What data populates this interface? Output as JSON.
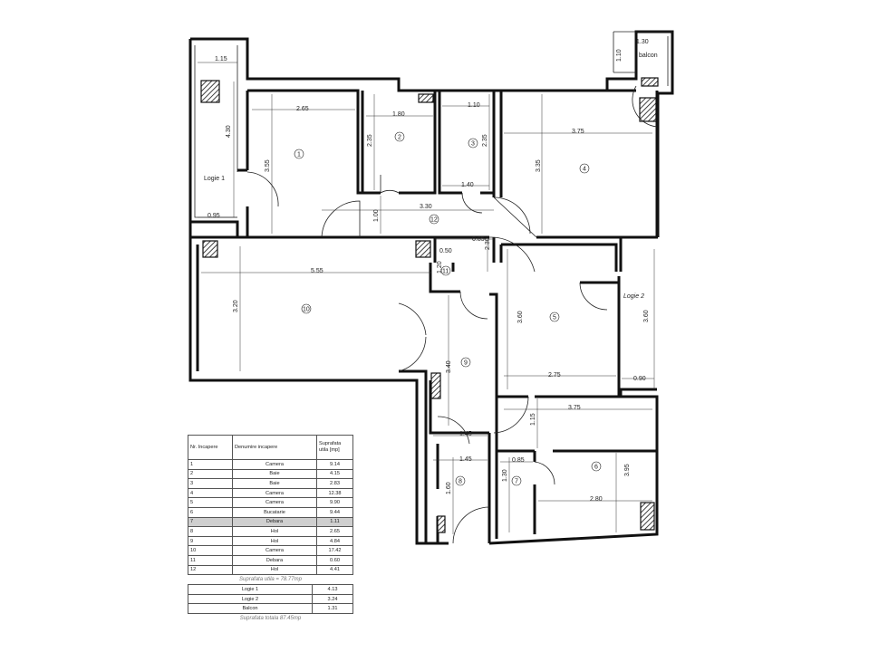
{
  "plan": {
    "dimensions": {
      "d115": "1.15",
      "d430": "4.30",
      "d095": "0.95",
      "d265": "2.65",
      "d355": "3.55",
      "d180": "1.80",
      "d235a": "2.35",
      "d110": "1.10",
      "d235b": "2.35",
      "d140": "1.40",
      "d375a": "3.75",
      "d335": "3.35",
      "d130b": "1.30",
      "d110b": "1.10",
      "d330": "3.30",
      "d100": "1.00",
      "d085": "0.85",
      "d230": "2.30",
      "d050": "0.50",
      "d120": "1.20",
      "d555": "5.55",
      "d320": "3.20",
      "d360": "3.60",
      "d360b": "3.60",
      "d275": "2.75",
      "d090": "0.90",
      "d340": "3.40",
      "d375b": "3.75",
      "d115b": "1.15",
      "d145a": "1.45",
      "d145b": "1.45",
      "d085b": "0.85",
      "d395": "3.95",
      "d130": "1.30",
      "d160": "1.60",
      "d280": "2.80"
    },
    "labels": {
      "logie1": "Logie 1",
      "logie2": "Logie 2",
      "balcon": "balcon"
    },
    "rooms": [
      "1",
      "2",
      "3",
      "4",
      "5",
      "6",
      "7",
      "8",
      "9",
      "10",
      "11",
      "12"
    ]
  },
  "legend": {
    "headers": {
      "nr": "Nr. Incapere",
      "name": "Denumire incapere",
      "area": "Suprafata utila [mp]"
    },
    "rows": [
      {
        "nr": "1",
        "name": "Camera",
        "area": "9.14"
      },
      {
        "nr": "2",
        "name": "Baie",
        "area": "4.15"
      },
      {
        "nr": "3",
        "name": "Baie",
        "area": "2.83"
      },
      {
        "nr": "4",
        "name": "Camera",
        "area": "12.38"
      },
      {
        "nr": "5",
        "name": "Camera",
        "area": "9.90"
      },
      {
        "nr": "6",
        "name": "Bucatarie",
        "area": "9.44"
      },
      {
        "nr": "7",
        "name": "Debara",
        "area": "1.11"
      },
      {
        "nr": "8",
        "name": "Hol",
        "area": "2.65"
      },
      {
        "nr": "9",
        "name": "Hol",
        "area": "4.84"
      },
      {
        "nr": "10",
        "name": "Camera",
        "area": "17.42"
      },
      {
        "nr": "11",
        "name": "Debara",
        "area": "0.60"
      },
      {
        "nr": "12",
        "name": "Hol",
        "area": "4.41"
      }
    ],
    "total_useful": "Suprafata utila  = 78.77mp",
    "extras": [
      {
        "name": "Logie 1",
        "area": "4.13"
      },
      {
        "name": "Logie 2",
        "area": "3.24"
      },
      {
        "name": "Balcon",
        "area": "1.31"
      }
    ],
    "total_all": "Suprafata totala    87.45mp"
  }
}
